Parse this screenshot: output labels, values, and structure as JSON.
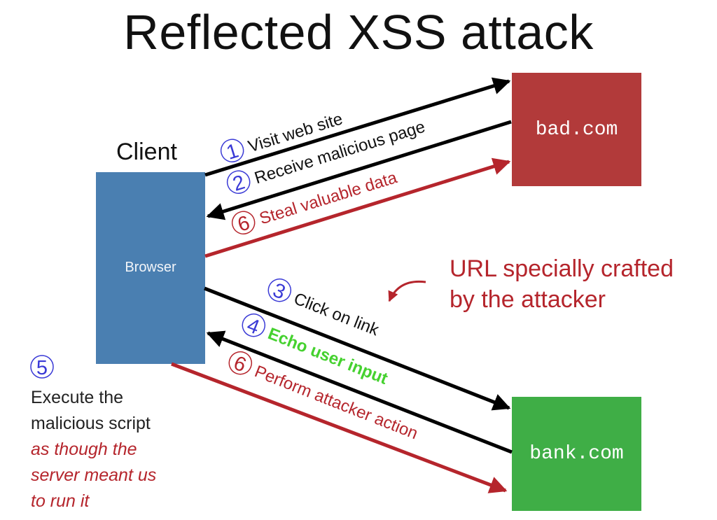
{
  "title": "Reflected XSS attack",
  "client": {
    "label": "Client",
    "browser_label": "Browser"
  },
  "servers": {
    "bad": "bad.com",
    "bank": "bank.com"
  },
  "steps": {
    "visit": {
      "number": "1",
      "text": "Visit web site"
    },
    "receive": {
      "number": "2",
      "text": "Receive malicious page"
    },
    "steal": {
      "number": "6",
      "text": "Steal valuable data"
    },
    "click": {
      "number": "3",
      "text": "Click on link"
    },
    "echo": {
      "number": "4",
      "text": "Echo user input"
    },
    "perform": {
      "number": "6",
      "text": "Perform attacker action"
    },
    "execute": {
      "number": "5"
    }
  },
  "annotation": {
    "line1": "URL specially crafted",
    "line2": "by the attacker"
  },
  "execute_text": {
    "line1": "Execute the",
    "line2": "malicious script",
    "line3": "as though the",
    "line4": "server meant us",
    "line5": "to run it"
  },
  "colors": {
    "browser": "#4a7fb1",
    "bad": "#b23a3a",
    "bank": "#3fae46",
    "attack_red": "#b5252c",
    "echo_green": "#45d12f",
    "step_blue": "#3a3ad6"
  }
}
